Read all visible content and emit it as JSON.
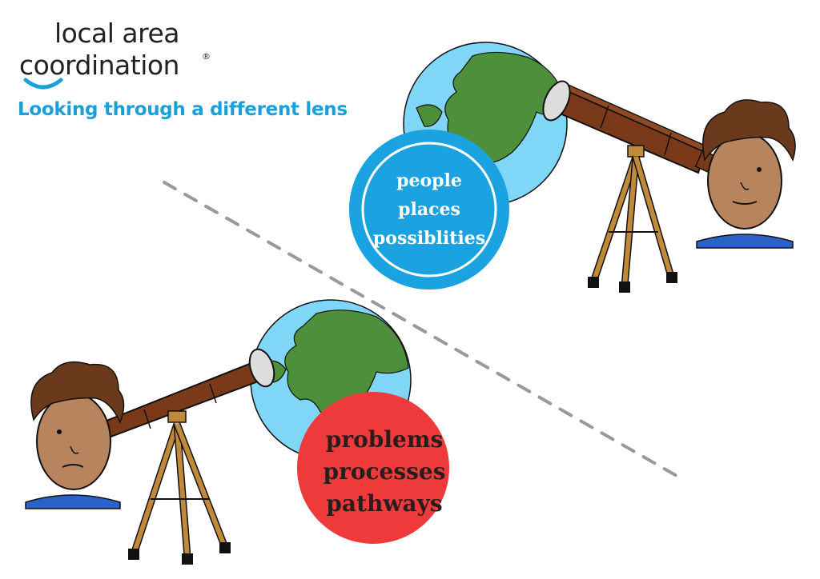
{
  "logo": {
    "line1": "local area",
    "line2": "coordination",
    "registered": "®"
  },
  "tagline": "Looking through a different lens",
  "top_scene": {
    "circle_words": [
      "people",
      "places",
      "possiblities"
    ],
    "circle_color": "#1aa3e0"
  },
  "bottom_scene": {
    "circle_words": [
      "problems",
      "processes",
      "pathways"
    ],
    "circle_color": "#ee3a3a"
  },
  "colors": {
    "brand_blue": "#1aa0d8",
    "globe_ocean": "#7fd6f7",
    "globe_land": "#4e8f3b",
    "telescope": "#7a3a1a",
    "tripod": "#c08a3a",
    "divider": "#999999"
  }
}
